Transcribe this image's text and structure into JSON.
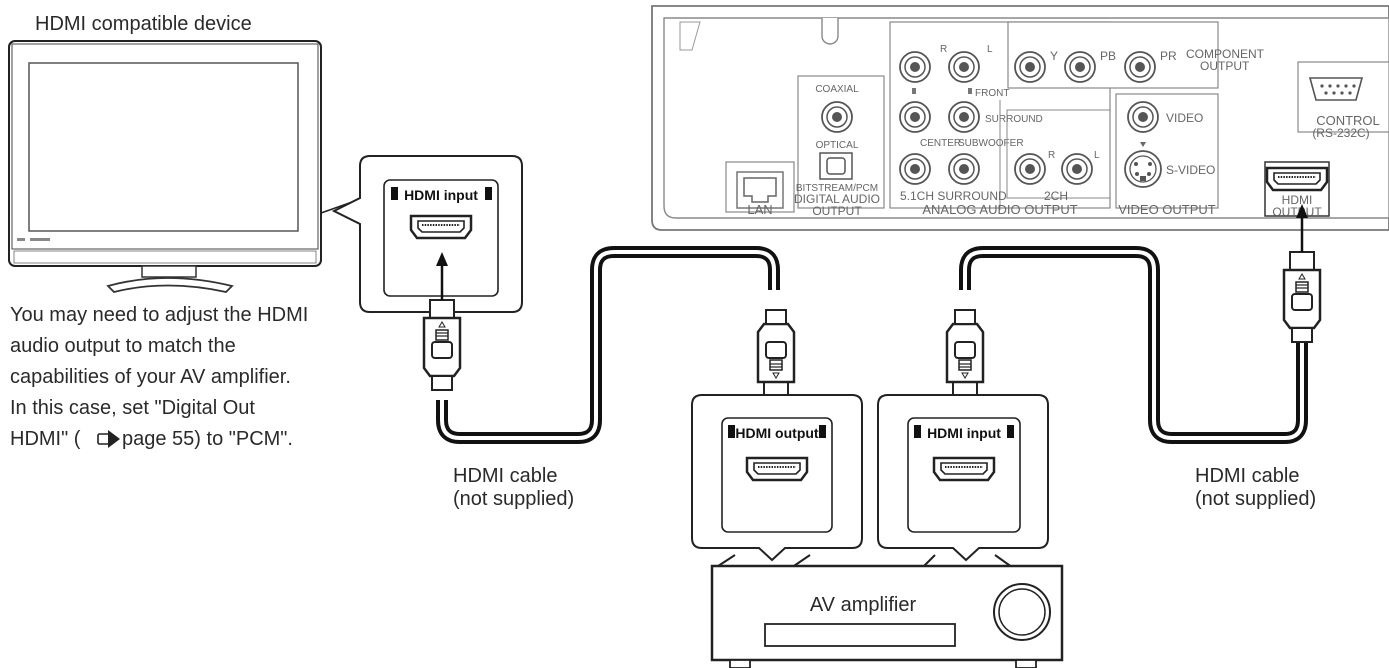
{
  "tv": {
    "title": "HDMI compatible device",
    "input_label": "HDMI input"
  },
  "note": {
    "lines": [
      "You may need to adjust the HDMI",
      "audio output to match the",
      "capabilities of your AV amplifier.",
      "In this case, set \"Digital Out",
      "HDMI\" (",
      " page 55) to \"PCM\"."
    ]
  },
  "cables": {
    "left_label_1": "HDMI cable",
    "left_label_2": "(not supplied)",
    "right_label_1": "HDMI cable",
    "right_label_2": "(not supplied)"
  },
  "amplifier": {
    "name": "AV amplifier",
    "output_label": "HDMI output",
    "input_label": "HDMI input"
  },
  "panel": {
    "lan": "LAN",
    "coaxial": "COAXIAL",
    "optical": "OPTICAL",
    "bitstream": "BITSTREAM/PCM",
    "digital_audio": "DIGITAL AUDIO",
    "output": "OUTPUT",
    "r": "R",
    "l": "L",
    "front": "FRONT",
    "surround": "SURROUND",
    "center": "CENTER",
    "subwoofer": "SUBWOOFER",
    "surround51": "5.1CH SURROUND",
    "ch2": "2CH",
    "analog_audio_output": "ANALOG AUDIO OUTPUT",
    "y": "Y",
    "pb": "PB",
    "pr": "PR",
    "component": "COMPONENT",
    "component_output": "OUTPUT",
    "video": "VIDEO",
    "svideo": "S-VIDEO",
    "video_output": "VIDEO OUTPUT",
    "control": "CONTROL",
    "rs232c": "(RS-232C)",
    "hdmi": "HDMI",
    "hdmi_out": "OUTPUT"
  }
}
